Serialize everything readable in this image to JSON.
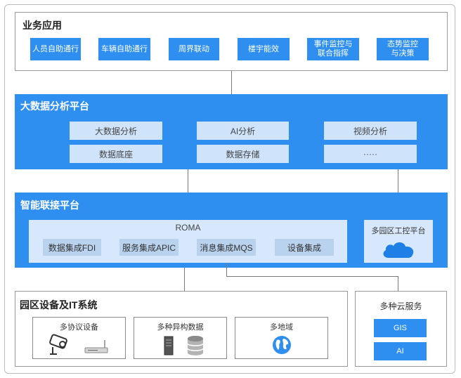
{
  "business": {
    "title": "业务应用",
    "items": [
      "人员自助通行",
      "车辆自助通行",
      "周界联动",
      "楼宇能效",
      "事件监控与\n联合指挥",
      "态势监控\n与决策"
    ]
  },
  "bigdata": {
    "title": "大数据分析平台",
    "items": [
      "大数据分析",
      "AI分析",
      "视频分析",
      "数据底座",
      "数据存储",
      "·····"
    ]
  },
  "connect": {
    "title": "智能联接平台",
    "roma_label": "ROMA",
    "roma_items": [
      "数据集成FDI",
      "服务集成APIC",
      "消息集成MQS",
      "设备集成"
    ],
    "multi_park": "多园区工控平台"
  },
  "park": {
    "title": "园区设备及IT系统",
    "groups": [
      "多协议设备",
      "多种异构数据",
      "多地域"
    ]
  },
  "cloud": {
    "title": "多种云服务",
    "items": [
      "GIS",
      "AI"
    ]
  }
}
